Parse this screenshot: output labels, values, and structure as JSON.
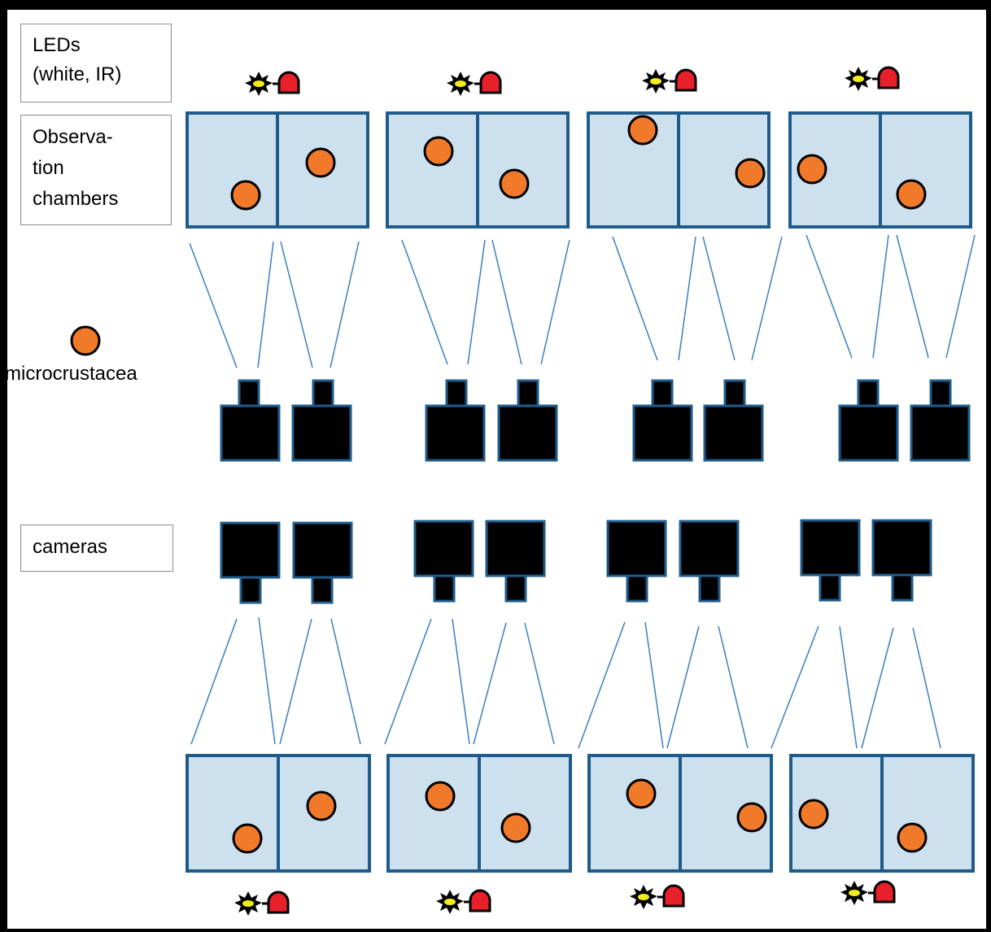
{
  "labels": {
    "leds": {
      "line1": "LEDs",
      "line2": "(white, IR)"
    },
    "chambers": {
      "line1": "Observa-",
      "line2": "tion",
      "line3": "chambers"
    },
    "legend": "microcrustacea",
    "cameras": "cameras"
  },
  "colors": {
    "chamber_fill": "#cde0ee",
    "chamber_border": "#1f5c8c",
    "organism": "#f07a2a",
    "camera": "#000000",
    "view_line": "#3a7ec4",
    "led_white_fill": "#f2ec1c",
    "led_ir_fill": "#e8202a"
  },
  "icons": [
    "led-white-icon",
    "led-ir-icon",
    "camera-icon",
    "organism-icon"
  ]
}
